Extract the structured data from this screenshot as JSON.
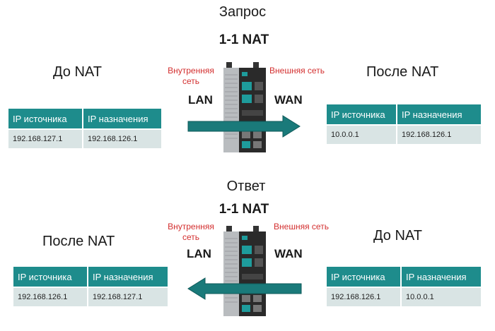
{
  "request": {
    "title": "Запрос",
    "nat_title": "1-1 NAT",
    "before_label": "До NAT",
    "after_label": "После NAT",
    "internal_net": "Внутренняя сеть",
    "external_net": "Внешняя сеть",
    "lan": "LAN",
    "wan": "WAN",
    "before_table": {
      "headers": [
        "IP источника",
        "IP назначения"
      ],
      "row": [
        "192.168.127.1",
        "192.168.126.1"
      ]
    },
    "after_table": {
      "headers": [
        "IP источника",
        "IP назначения"
      ],
      "row": [
        "10.0.0.1",
        "192.168.126.1"
      ]
    }
  },
  "response": {
    "title": "Ответ",
    "nat_title": "1-1 NAT",
    "after_label": "После NAT",
    "before_label": "До NAT",
    "internal_net": "Внутренняя сеть",
    "external_net": "Внешняя сеть",
    "lan": "LAN",
    "wan": "WAN",
    "after_table": {
      "headers": [
        "IP источника",
        "IP назначения"
      ],
      "row": [
        "192.168.126.1",
        "192.168.127.1"
      ]
    },
    "before_table": {
      "headers": [
        "IP источника",
        "IP назначения"
      ],
      "row": [
        "192.168.126.1",
        "10.0.0.1"
      ]
    }
  },
  "colors": {
    "teal": "#1e8c8c",
    "cell": "#d9e4e4",
    "arrow": "#1a7a7a",
    "net_label": "#d32f2f"
  }
}
